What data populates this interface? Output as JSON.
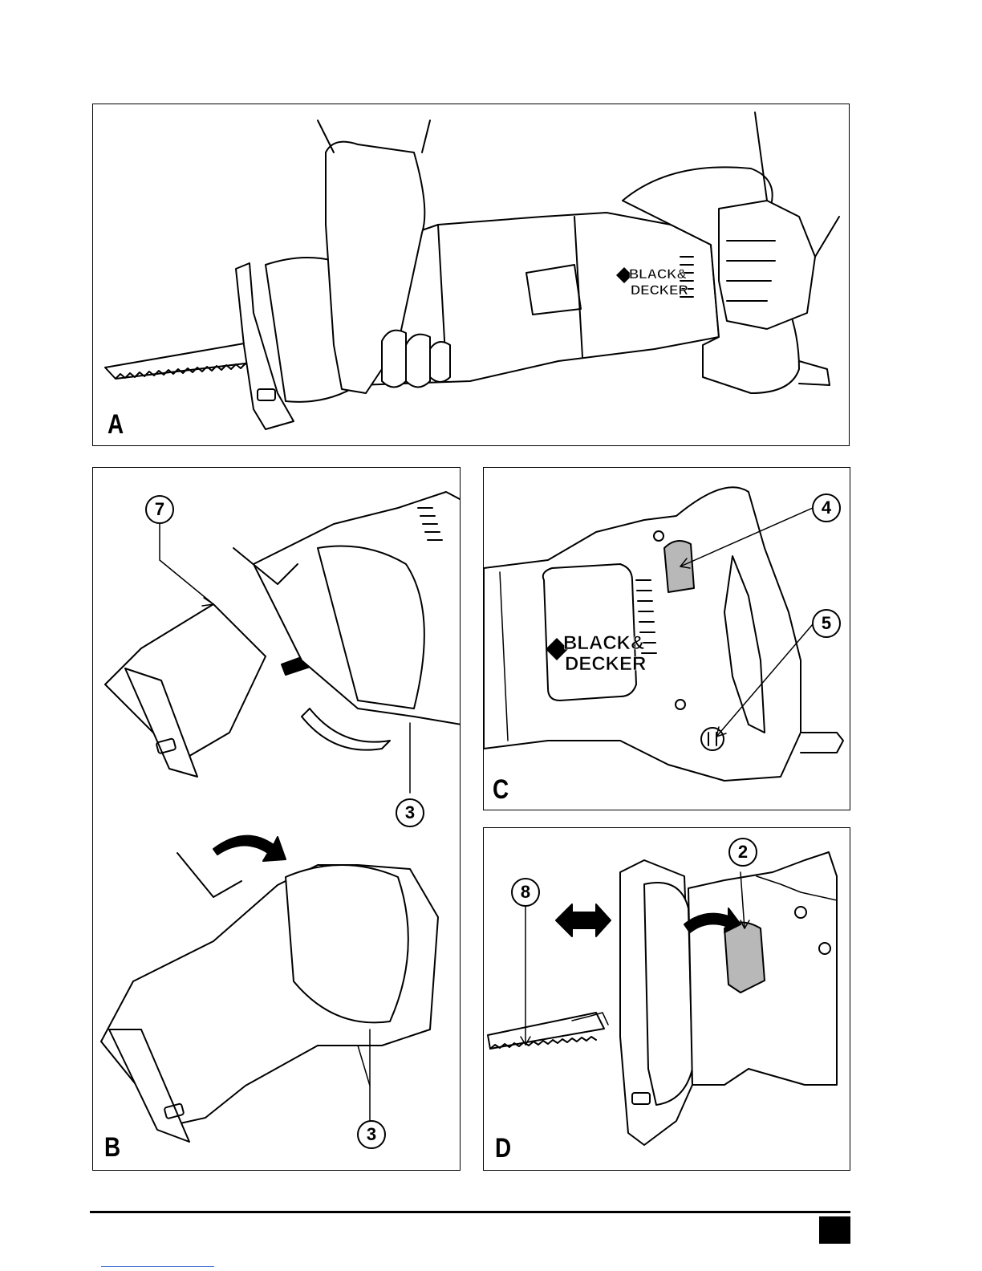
{
  "figures": {
    "a": {
      "label": "A",
      "brand": [
        "BLACK&",
        "DECKER"
      ]
    },
    "b": {
      "label": "B",
      "callouts": [
        "7",
        "3",
        "3"
      ]
    },
    "c": {
      "label": "C",
      "brand": [
        "BLACK&",
        "DECKER"
      ],
      "callouts": [
        "4",
        "5"
      ]
    },
    "d": {
      "label": "D",
      "callouts": [
        "2",
        "8"
      ]
    }
  },
  "colors": {
    "ink": "#000000",
    "highlight": "#b8b8b8",
    "link": "#3b6ed1"
  }
}
